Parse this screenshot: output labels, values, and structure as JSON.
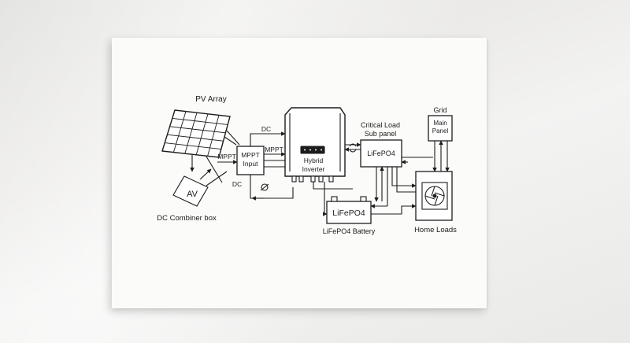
{
  "labels": {
    "pv_array": "PV Array",
    "dc_combiner": "DC Combiner box",
    "combiner_mark": "AV",
    "mppt_input_line1": "MPPT",
    "mppt_input_line2": "Input",
    "mppt_left": "MPPT",
    "mppt_right": "MPPT",
    "dc_top": "DC",
    "dc_left": "DC",
    "inverter_line1": "Hybrid",
    "inverter_line2": "Inverter",
    "critical_line1": "Critical Load",
    "critical_line2": "Sub panel",
    "critical_box": "LiFePO4",
    "battery_box": "LiFePO4",
    "battery_label": "LiFePO4 Battery",
    "grid": "Grid",
    "main_panel_line1": "Main",
    "main_panel_line2": "Panel",
    "home_loads": "Home Loads"
  }
}
